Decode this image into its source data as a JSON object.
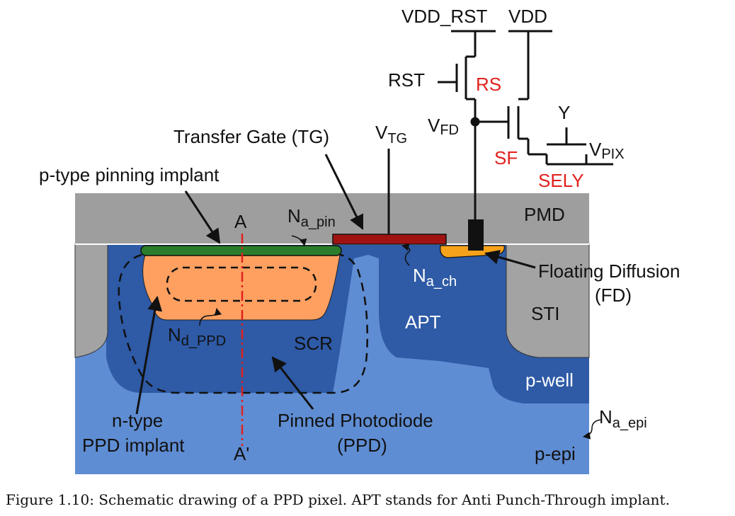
{
  "circuit": {
    "vdd_rst": "VDD_RST",
    "vdd": "VDD",
    "rst": "RST",
    "rs": "RS",
    "vfd_main": "V",
    "vfd_sub": "FD",
    "sf": "SF",
    "y": "Y",
    "vpix_main": "V",
    "vpix_sub": "PIX",
    "sely": "SELY",
    "vtg_main": "V",
    "vtg_sub": "TG"
  },
  "labels": {
    "transfer_gate": "Transfer Gate (TG)",
    "pinning_implant": "p-type pinning implant",
    "a_top": "A",
    "a_bottom": "A'",
    "na_pin_main": "N",
    "na_pin_sub": "a_pin",
    "pmd": "PMD",
    "na_ch_main": "N",
    "na_ch_sub": "a_ch",
    "floating_diffusion_1": "Floating Diffusion",
    "floating_diffusion_2": "(FD)",
    "sti": "STI",
    "apt": "APT",
    "nd_ppd_main": "N",
    "nd_ppd_sub": "d_PPD",
    "scr": "SCR",
    "p_well": "p-well",
    "na_epi_main": "N",
    "na_epi_sub": "a_epi",
    "p_epi": "p-epi",
    "ntype_1": "n-type",
    "ntype_2": "PPD implant",
    "ppd_1": "Pinned Photodiode",
    "ppd_2": "(PPD)"
  },
  "caption": "Figure 1.10: Schematic drawing of a PPD pixel. APT stands for Anti Punch-Through implant.",
  "colors": {
    "p_epi": "#5f8dd3",
    "p_well": "#2e5aa6",
    "pmd": "#9e9e9e",
    "sti": "#a3a3a3",
    "ppd_implant": "#ffa061",
    "pinning": "#2b7d2b",
    "transfer_gate": "#a11212",
    "floating_diffusion": "#f7a21b",
    "contact": "#111111"
  }
}
